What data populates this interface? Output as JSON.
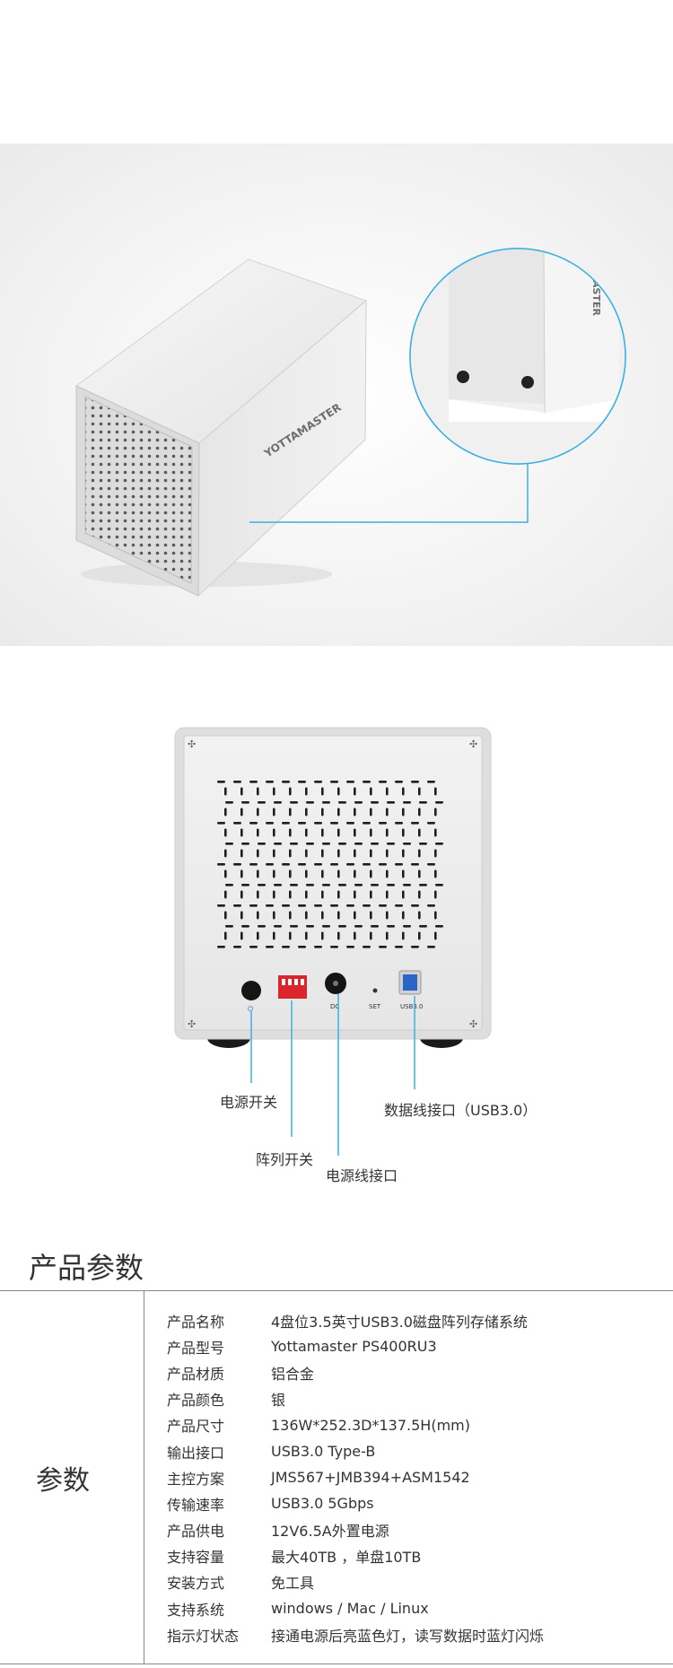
{
  "product_brand": "YOTTAMASTER",
  "callouts": {
    "power_switch": "电源开关",
    "array_switch": "阵列开关",
    "power_port": "电源线接口",
    "data_port": "数据线接口（USB3.0）"
  },
  "panel_labels": {
    "dc": "DC",
    "set": "SET",
    "usb": "USB3.0"
  },
  "section_title": "产品参数",
  "spec_group_label": "参数",
  "specs": [
    {
      "key": "产品名称",
      "value": "4盘位3.5英寸USB3.0磁盘阵列存储系统"
    },
    {
      "key": "产品型号",
      "value": "Yottamaster PS400RU3"
    },
    {
      "key": "产品材质",
      "value": "铝合金"
    },
    {
      "key": "产品颜色",
      "value": "银"
    },
    {
      "key": "产品尺寸",
      "value": "136W*252.3D*137.5H(mm)"
    },
    {
      "key": "输出接口",
      "value": "USB3.0 Type-B"
    },
    {
      "key": "主控方案",
      "value": "JMS567+JMB394+ASM1542"
    },
    {
      "key": "传输速率",
      "value": "USB3.0 5Gbps"
    },
    {
      "key": "产品供电",
      "value": "12V6.5A外置电源"
    },
    {
      "key": "支持容量",
      "value": "最大40TB ，单盘10TB"
    },
    {
      "key": "安装方式",
      "value": "免工具"
    },
    {
      "key": "支持系统",
      "value": "windows / Mac / Linux"
    },
    {
      "key": "指示灯状态",
      "value": "接通电源后亮蓝色灯，读写数据时蓝灯闪烁"
    }
  ],
  "colors": {
    "callout_line": "#3ab0e2",
    "array_switch": "#d9252b",
    "usb_port": "#2a66c8"
  }
}
